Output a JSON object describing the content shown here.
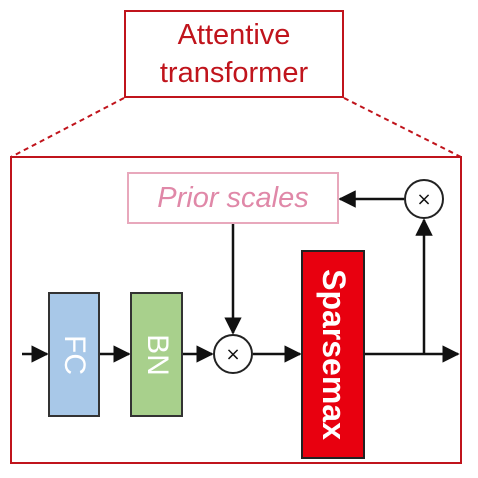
{
  "title": {
    "line1": "Attentive",
    "line2": "transformer"
  },
  "blocks": {
    "prior": "Prior scales",
    "fc": "FC",
    "bn": "BN",
    "sparsemax": "Sparsemax"
  },
  "operators": {
    "multiply": "×"
  },
  "colors": {
    "frame": "#c0141c",
    "prior": "#e088a8",
    "fc": "#a8c8e8",
    "bn": "#a8d08c",
    "sparsemax": "#e8000f"
  }
}
